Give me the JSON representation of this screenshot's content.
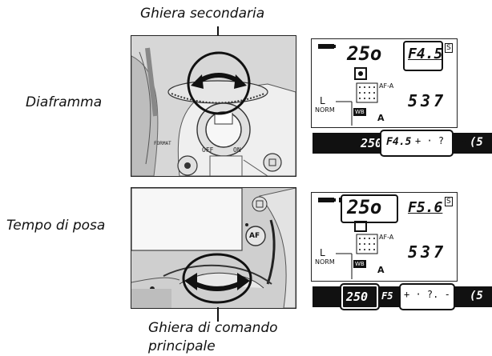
{
  "top": {
    "dial_label": "Ghiera secondaria",
    "side_label": "Diaframma",
    "lcd": {
      "shutter": "25o",
      "aperture": "F4.5",
      "mode": "S",
      "af_mode": "AF-A",
      "frames": "537",
      "quality": "NORM",
      "wb": "WB",
      "wb_value": "A",
      "card": "L"
    },
    "viewfinder": {
      "shutter": "250",
      "aperture": "F4.5",
      "tail": "(5"
    }
  },
  "bottom": {
    "side_label": "Tempo di posa",
    "dial_label_line1": "Ghiera di comando",
    "dial_label_line2": "principale",
    "button_label": "AF",
    "lcd": {
      "shutter": "25o",
      "aperture": "F5.6",
      "mode": "S",
      "af_mode": "AF-A",
      "frames": "537",
      "quality": "NORM",
      "wb": "WB",
      "wb_value": "A",
      "card": "L"
    },
    "viewfinder": {
      "shutter": "250",
      "aperture": "F5",
      "tail": "(5"
    }
  },
  "camera_top_labels": {
    "off_on": "OFF   ON",
    "format": "FORMAT"
  }
}
